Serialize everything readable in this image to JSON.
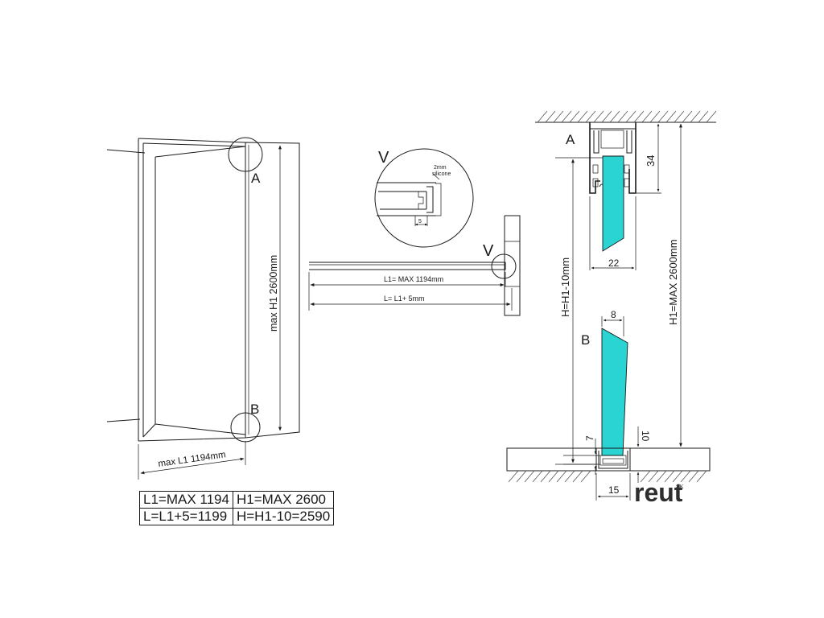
{
  "front_view": {
    "detail_a": "A",
    "detail_b": "B",
    "height_dim": "max H1 2600mm",
    "width_dim": "max L1 1194mm"
  },
  "plan_view": {
    "detail_v_marker": "V",
    "detail_v_title": "V",
    "silicone_note_1": "2mm",
    "silicone_note_2": "silicone",
    "gap_dim": "5",
    "l1_dim": "L1= MAX 1194mm",
    "l_dim": "L= L1+ 5mm"
  },
  "section_view": {
    "detail_a": "A",
    "detail_b": "B",
    "top_profile_height": "34",
    "top_profile_width": "22",
    "glass_offset": "8",
    "bottom_gap": "7",
    "bottom_depth": "10",
    "bottom_profile_width": "15",
    "h_dim": "H=H1-10mm",
    "h1_dim": "H1=MAX 2600mm"
  },
  "spec_table": {
    "r1c1": "L1=MAX 1194",
    "r1c2": "H1=MAX 2600",
    "r2c1": "L=L1+5=1199",
    "r2c2": "H=H1-10=2590"
  },
  "logo": {
    "text": "reut",
    "superscript": "SK"
  },
  "colors": {
    "glass": "#2ad4d2",
    "line": "#1a1a1a"
  }
}
